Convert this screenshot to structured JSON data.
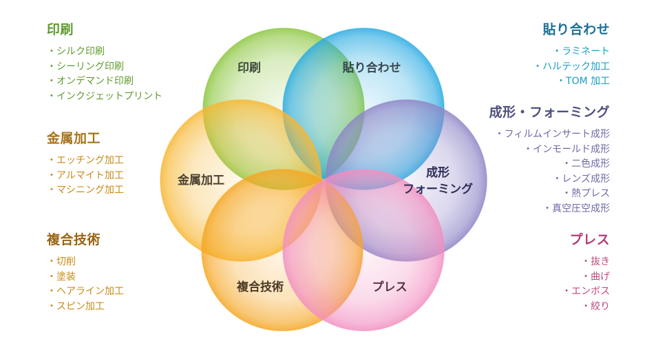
{
  "colors": {
    "printing": "#5f9b2e",
    "lamination": "#1a9bc7",
    "forming": "#5b5b8f",
    "metal": "#a5741b",
    "composite": "#9a6412",
    "press": "#c0497f",
    "center_label": "#3c3c3c"
  },
  "petals": [
    {
      "key": "printing",
      "label": "印刷",
      "fill": "#8cc63f",
      "lines": [
        "印刷"
      ]
    },
    {
      "key": "lamination",
      "label": "貼り合わせ",
      "fill": "#29abe2",
      "lines": [
        "貼り合わせ"
      ]
    },
    {
      "key": "forming",
      "label": "成形フォーミング",
      "fill": "#8e86c6",
      "lines": [
        "成形",
        "フォーミング"
      ]
    },
    {
      "key": "metal",
      "label": "金属加工",
      "fill": "#f7b733",
      "lines": [
        "金属加工"
      ]
    },
    {
      "key": "composite",
      "label": "複合技術",
      "fill": "#f5a623",
      "lines": [
        "複合技術"
      ]
    },
    {
      "key": "press",
      "label": "プレス",
      "fill": "#f28fc0",
      "lines": [
        "プレス"
      ]
    }
  ],
  "groups": {
    "printing": {
      "title": "印刷",
      "items": [
        "シルク印刷",
        "シーリング印刷",
        "オンデマンド印刷",
        "インクジェットプリント"
      ]
    },
    "metal": {
      "title": "金属加工",
      "items": [
        "エッチング加工",
        "アルマイト加工",
        "マシニング加工"
      ]
    },
    "composite": {
      "title": "複合技術",
      "items": [
        "切削",
        "塗装",
        "ヘアライン加工",
        "スピン加工"
      ]
    },
    "lamination": {
      "title": "貼り合わせ",
      "items": [
        "ラミネート",
        "ハルテック加工",
        "TOM 加工"
      ]
    },
    "forming": {
      "title": "成形・フォーミング",
      "items": [
        "フィルムインサート成形",
        "インモールド成形",
        "二色成形",
        "レンズ成形",
        "熱プレス",
        "真空圧空成形"
      ]
    },
    "press": {
      "title": "プレス",
      "items": [
        "抜き",
        "曲げ",
        "エンボス",
        "絞り"
      ]
    }
  }
}
